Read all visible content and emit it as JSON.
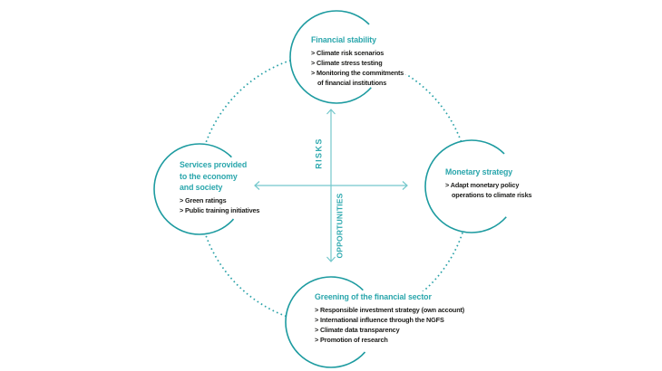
{
  "colors": {
    "circle_stroke": "#1d9ba0",
    "dotted_ring": "#2aa2a8",
    "heading_teal": "#2aa6ac",
    "axis_arrow": "#74c8cc",
    "axis_label_teal": "#2fa9af",
    "body_text": "#1d1d1b",
    "background": "#ffffff"
  },
  "axes": {
    "risks_label": "RISKS",
    "opportunities_label": "OPPORTUNITIES"
  },
  "nodes": {
    "top": {
      "heading": "Financial stability",
      "items": [
        {
          "text": "> Climate risk scenarios"
        },
        {
          "text": "> Climate stress testing"
        },
        {
          "text": "> Monitoring the commitments"
        },
        {
          "text": "of financial institutions",
          "indent": true
        }
      ]
    },
    "left": {
      "heading": "Services provided\nto the economy\nand society",
      "items": [
        {
          "text": "> Green ratings"
        },
        {
          "text": "> Public training initiatives"
        }
      ]
    },
    "right": {
      "heading": "Monetary strategy",
      "items": [
        {
          "text": "> Adapt monetary policy"
        },
        {
          "text": "operations to climate risks",
          "indent": true
        }
      ]
    },
    "bottom": {
      "heading": "Greening of the financial sector",
      "items": [
        {
          "text": "> Responsible investment strategy (own account)"
        },
        {
          "text": "> International influence through the NGFS"
        },
        {
          "text": "> Climate data transparency"
        },
        {
          "text": "> Promotion of research"
        }
      ]
    }
  }
}
